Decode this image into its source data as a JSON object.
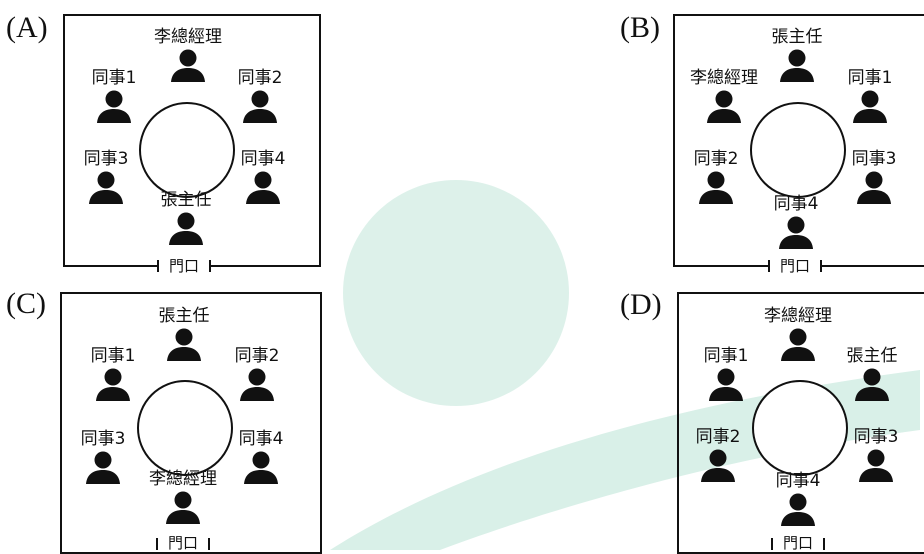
{
  "door_label": "門口",
  "panels": [
    {
      "option": "(A)",
      "seats": {
        "top": "李總經理",
        "upper_left": "同事1",
        "upper_right": "同事2",
        "lower_left": "同事3",
        "lower_right": "同事4",
        "bottom": "張主任"
      }
    },
    {
      "option": "(B)",
      "seats": {
        "top": "張主任",
        "upper_left": "李總經理",
        "upper_right": "同事1",
        "lower_left": "同事2",
        "lower_right": "同事3",
        "bottom": "同事4"
      }
    },
    {
      "option": "(C)",
      "seats": {
        "top": "張主任",
        "upper_left": "同事1",
        "upper_right": "同事2",
        "lower_left": "同事3",
        "lower_right": "同事4",
        "bottom": "李總經理"
      }
    },
    {
      "option": "(D)",
      "seats": {
        "top": "李總經理",
        "upper_left": "同事1",
        "upper_right": "張主任",
        "lower_left": "同事2",
        "lower_right": "同事3",
        "bottom": "同事4"
      }
    }
  ],
  "icons": {
    "person": "person-icon"
  },
  "colors": {
    "ink": "#111111",
    "watermark": "#d9f0e8"
  }
}
